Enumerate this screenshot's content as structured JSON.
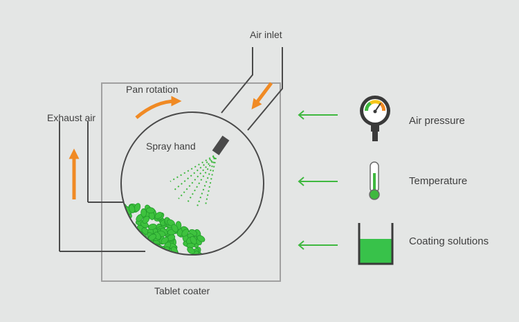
{
  "labels": {
    "air_inlet": "Air inlet",
    "pan_rotation": "Pan rotation",
    "exhaust_air": "Exhaust air",
    "spray_hand": "Spray hand",
    "tablet_coater": "Tablet coater"
  },
  "inputs": [
    {
      "label": "Air pressure",
      "icon": "pressure-gauge-icon"
    },
    {
      "label": "Temperature",
      "icon": "thermometer-icon"
    },
    {
      "label": "Coating solutions",
      "icon": "liquid-beaker-icon"
    }
  ],
  "colors": {
    "background": "#e4e6e5",
    "outline": "#4a4a4a",
    "housing": "#a0a0a0",
    "flow_arrow": "#f08a24",
    "input_arrow": "#3fb83f",
    "tablets": "#3ec23e",
    "coating_liquid": "#38c24a"
  }
}
